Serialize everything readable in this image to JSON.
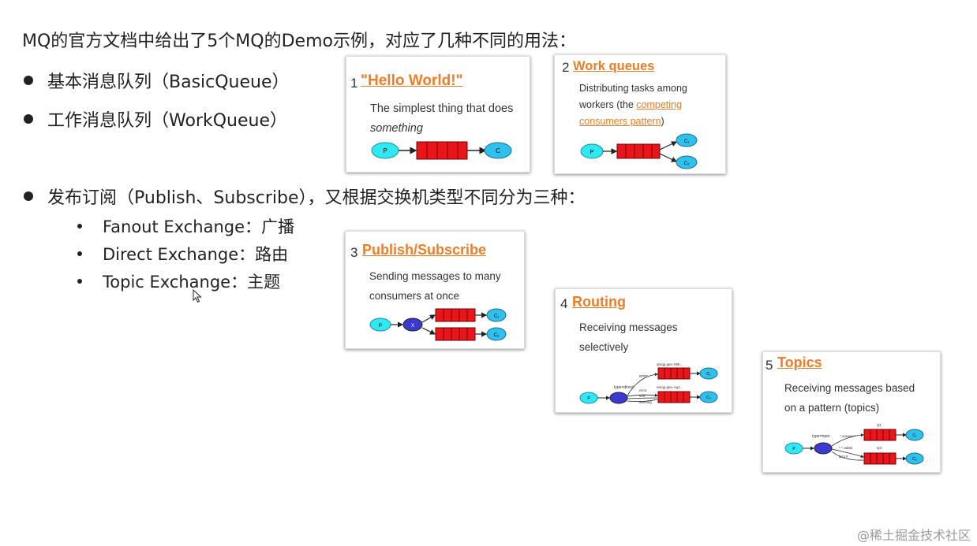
{
  "heading": "MQ的官方文档中给出了5个MQ的Demo示例，对应了几种不同的用法：",
  "bullets": [
    "基本消息队列（BasicQueue）",
    "工作消息队列（WorkQueue）",
    "发布订阅（Publish、Subscribe），又根据交换机类型不同分为三种："
  ],
  "sub_bullets": [
    "Fanout Exchange：广播",
    "Direct Exchange：路由",
    "Topic Exchange：主题"
  ],
  "cards": [
    {
      "num": "1",
      "title": "\"Hello World!\"",
      "desc1": "The simplest thing that does",
      "desc2": "something"
    },
    {
      "num": "2",
      "title": "Work queues",
      "desc1": "Distributing tasks among",
      "desc2_pre": "workers (the ",
      "desc2_link": "competing",
      "desc3_link": "consumers pattern",
      "desc3_post": ")"
    },
    {
      "num": "3",
      "title": "Publish/Subscribe",
      "desc1": "Sending messages to many",
      "desc2": "consumers at once"
    },
    {
      "num": "4",
      "title": "Routing",
      "desc1": "Receiving messages",
      "desc2": "selectively"
    },
    {
      "num": "5",
      "title": "Topics",
      "desc1": "Receiving messages based",
      "desc2": "on a pattern (topics)"
    }
  ],
  "diagram_labels": {
    "producer": "P",
    "consumer": "C",
    "c1": "C₁",
    "c2": "C₂",
    "exchange": "X",
    "routing_type": "type=direct",
    "routing_error": "error",
    "routing_info": "info",
    "routing_warning": "warning",
    "routing_q1": "amqp.gen-S9b...",
    "routing_q2": "amqp.gen-Ag1...",
    "topic_type": "type=topic",
    "topic_b1": "*.orange.*",
    "topic_b2": "*.*.rabbit",
    "topic_b3": "lazy.#",
    "topic_q1": "Q1",
    "topic_q2": "Q2"
  },
  "watermark": "@稀土掘金技术社区",
  "colors": {
    "accent": "#ef7d27",
    "queue": "#e8161b",
    "producer": "#2fe8f2",
    "consumer": "#2fc0ec",
    "exchange": "#3a3ad1"
  }
}
